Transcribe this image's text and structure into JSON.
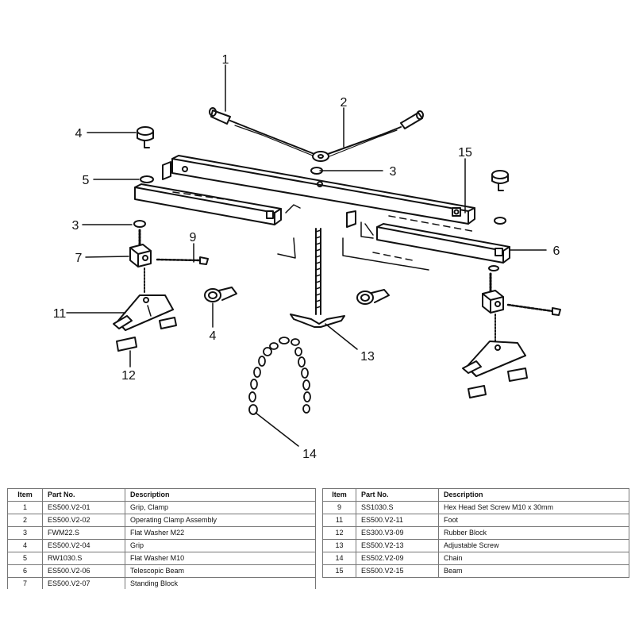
{
  "callouts": {
    "c1": "1",
    "c2": "2",
    "c3a": "3",
    "c3b": "3",
    "c4a": "4",
    "c4b": "4",
    "c5": "5",
    "c6": "6",
    "c7": "7",
    "c9": "9",
    "c11": "11",
    "c12": "12",
    "c13": "13",
    "c14": "14",
    "c15": "15"
  },
  "table_headers": {
    "item": "Item",
    "part": "Part No.",
    "desc": "Description"
  },
  "parts_left": [
    {
      "item": "1",
      "part": "ES500.V2-01",
      "desc": "Grip, Clamp"
    },
    {
      "item": "2",
      "part": "ES500.V2-02",
      "desc": "Operating Clamp Assembly"
    },
    {
      "item": "3",
      "part": "FWM22.S",
      "desc": "Flat Washer M22"
    },
    {
      "item": "4",
      "part": "ES500.V2-04",
      "desc": "Grip"
    },
    {
      "item": "5",
      "part": "RW1030.S",
      "desc": "Flat Washer M10"
    },
    {
      "item": "6",
      "part": "ES500.V2-06",
      "desc": "Telescopic Beam"
    },
    {
      "item": "7",
      "part": "ES500.V2-07",
      "desc": "Standing Block"
    }
  ],
  "parts_right": [
    {
      "item": "9",
      "part": "SS1030.S",
      "desc": "Hex Head Set Screw M10 x 30mm"
    },
    {
      "item": "11",
      "part": "ES500.V2-11",
      "desc": "Foot"
    },
    {
      "item": "12",
      "part": "ES300.V3-09",
      "desc": "Rubber Block"
    },
    {
      "item": "13",
      "part": "ES500.V2-13",
      "desc": "Adjustable Screw"
    },
    {
      "item": "14",
      "part": "ES502.V2-09",
      "desc": "Chain"
    },
    {
      "item": "15",
      "part": "ES500.V2-15",
      "desc": "Beam"
    }
  ]
}
